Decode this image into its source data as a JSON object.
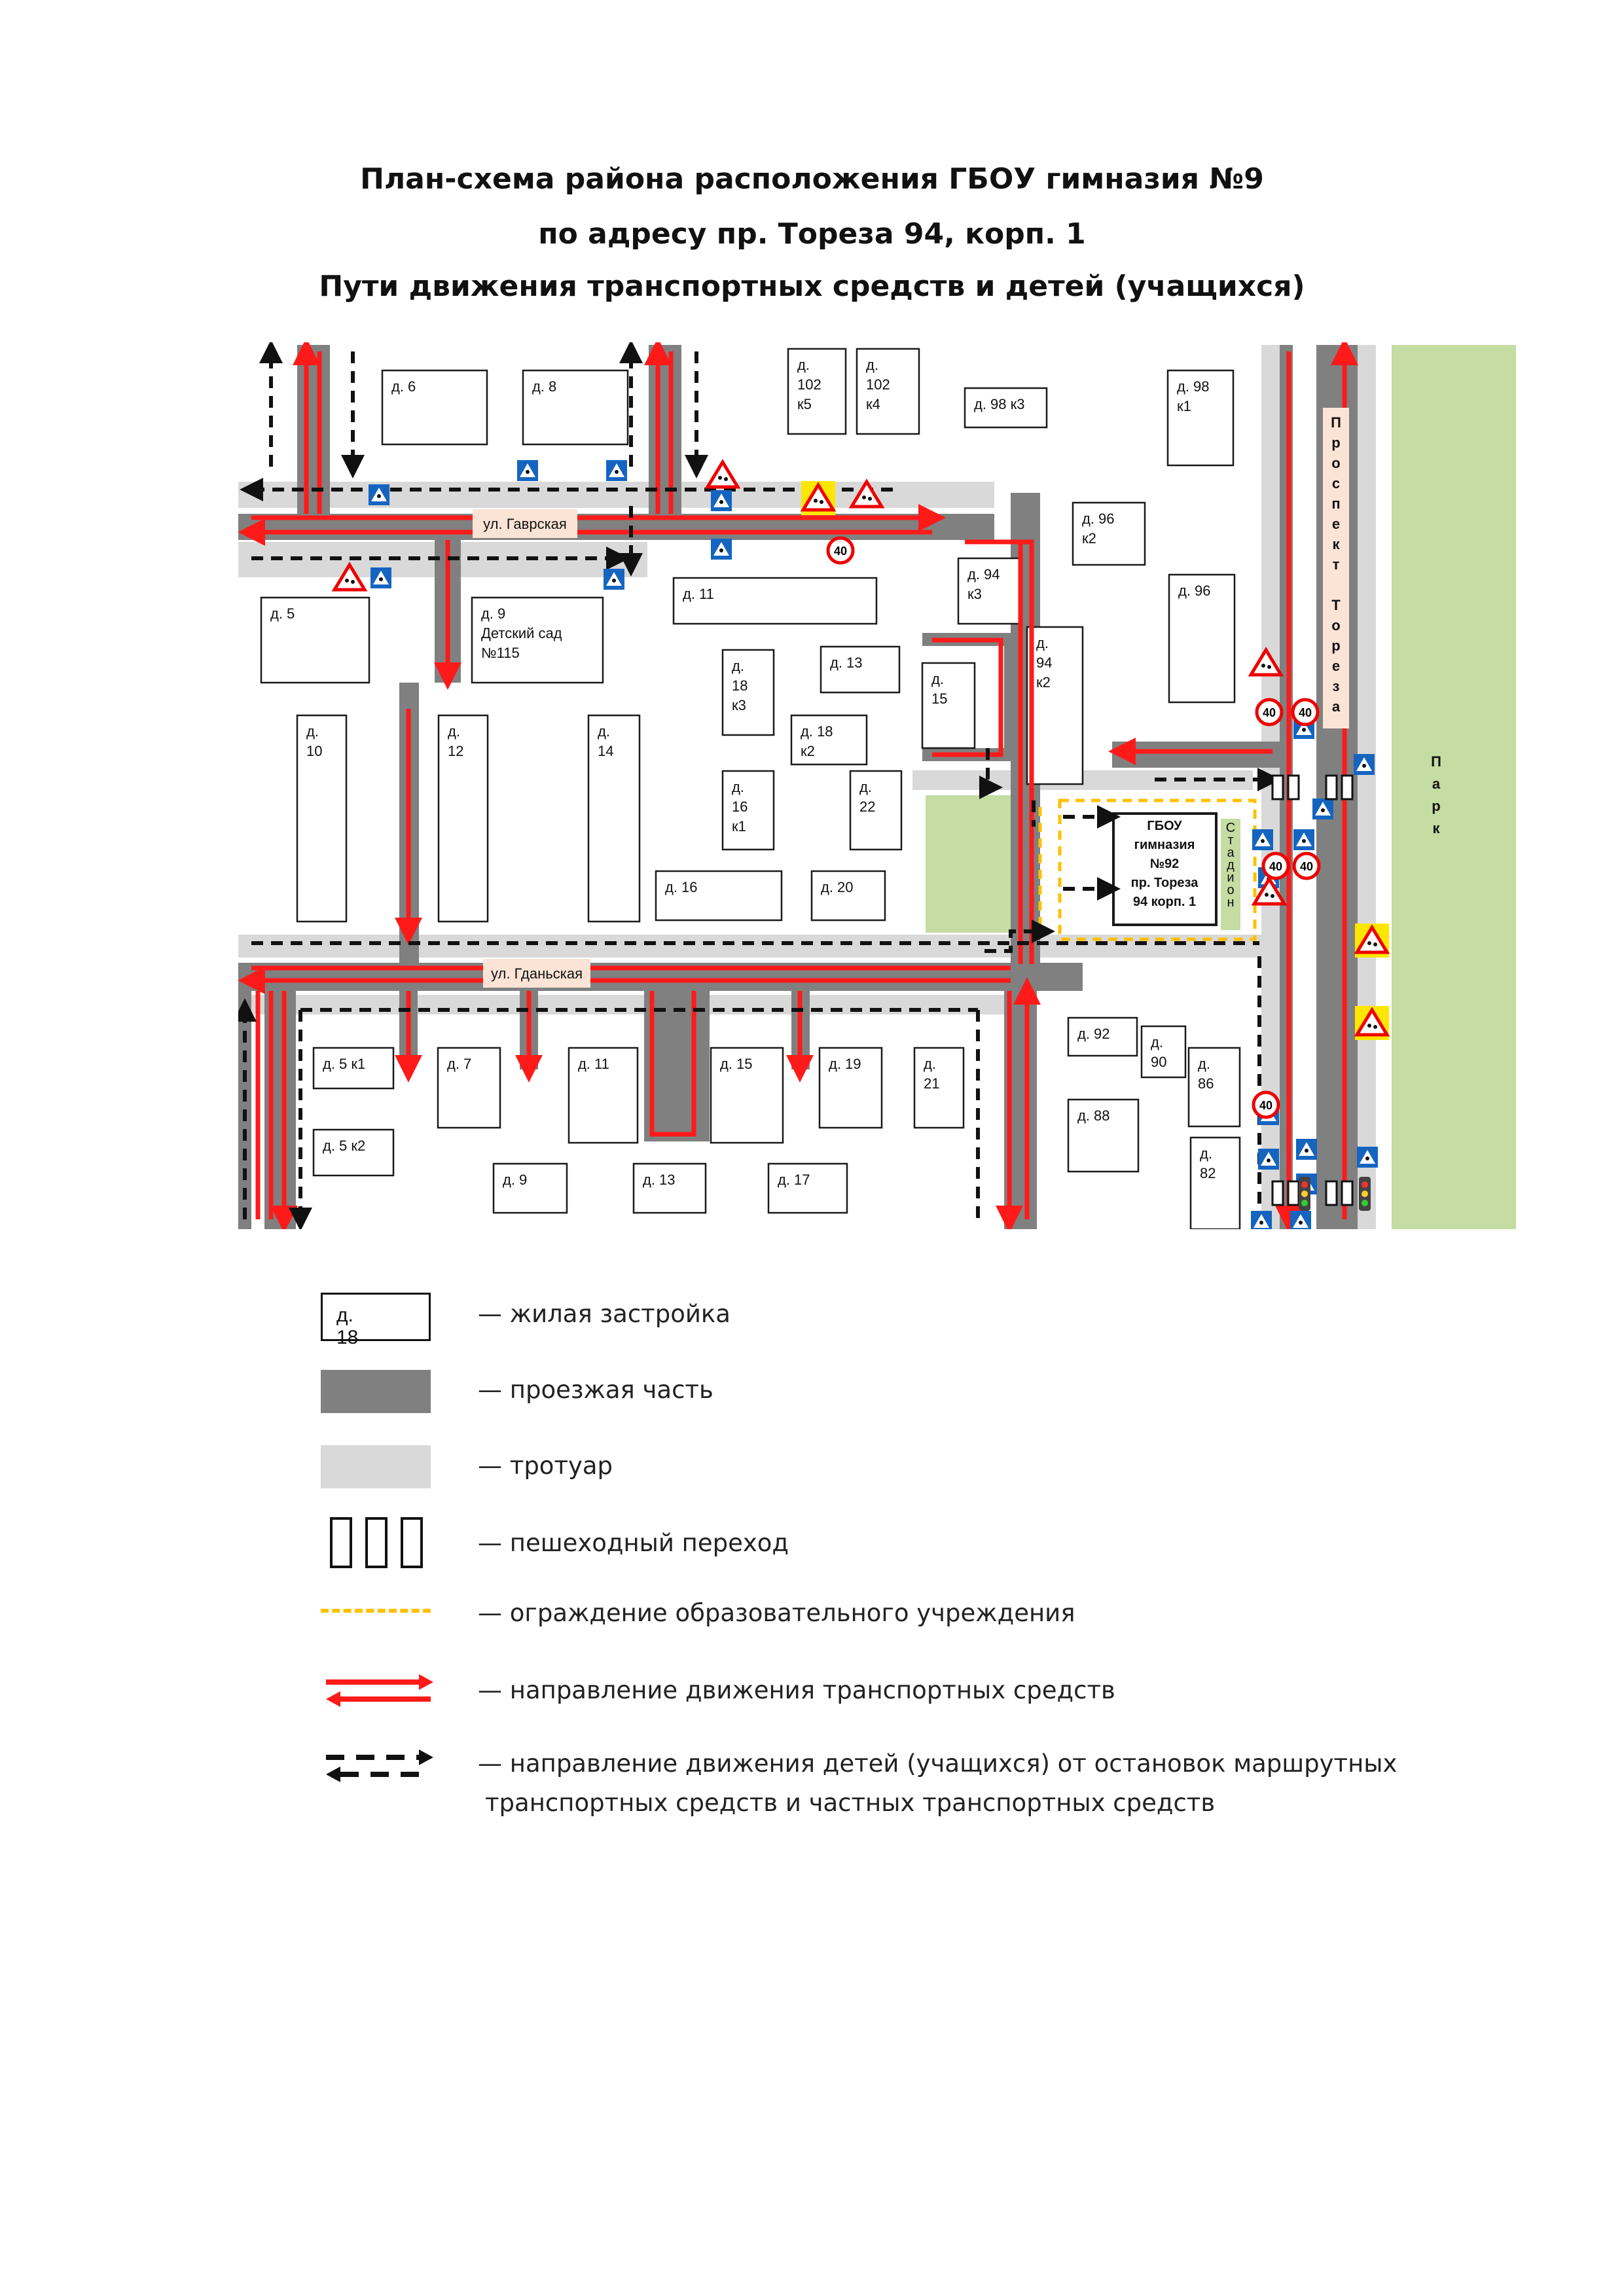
{
  "title": {
    "line1": "План-схема района расположения ГБОУ гимназия №9",
    "line2": "по адресу пр. Тореза 94, корп. 1",
    "line3": "Пути движения транспортных средств и детей (учащихся)"
  },
  "streets": {
    "gavrskaya": "ул. Гаврская",
    "gdanskaya": "ул. Гданьская",
    "toreza": "Проспект Тореза",
    "park": "Парк"
  },
  "buildings": [
    {
      "id": "d6",
      "lines": [
        "д. 6"
      ]
    },
    {
      "id": "d8",
      "lines": [
        "д. 8"
      ]
    },
    {
      "id": "d102k5",
      "lines": [
        "д.",
        "102",
        "к5"
      ]
    },
    {
      "id": "d102k4",
      "lines": [
        "д.",
        "102",
        "к4"
      ]
    },
    {
      "id": "d98k3",
      "lines": [
        "д. 98 к3"
      ]
    },
    {
      "id": "d98k1",
      "lines": [
        "д. 98",
        "к1"
      ]
    },
    {
      "id": "d96k2",
      "lines": [
        "д. 96",
        "к2"
      ]
    },
    {
      "id": "d94k3",
      "lines": [
        "д. 94",
        "к3"
      ]
    },
    {
      "id": "d96",
      "lines": [
        "д. 96"
      ]
    },
    {
      "id": "d5",
      "lines": [
        "д. 5"
      ]
    },
    {
      "id": "d9kg",
      "lines": [
        "д. 9",
        "Детский сад",
        "№115"
      ]
    },
    {
      "id": "d11a",
      "lines": [
        "д. 11"
      ]
    },
    {
      "id": "d18k3",
      "lines": [
        "д.",
        "18",
        "к3"
      ]
    },
    {
      "id": "d13a",
      "lines": [
        "д. 13"
      ]
    },
    {
      "id": "d15a",
      "lines": [
        "д.",
        "15"
      ]
    },
    {
      "id": "d94k2",
      "lines": [
        "д.",
        "94",
        "к2"
      ]
    },
    {
      "id": "d18k2",
      "lines": [
        "д. 18",
        "к2"
      ]
    },
    {
      "id": "d10",
      "lines": [
        "д.",
        "10"
      ]
    },
    {
      "id": "d12",
      "lines": [
        "д.",
        "12"
      ]
    },
    {
      "id": "d14",
      "lines": [
        "д.",
        "14"
      ]
    },
    {
      "id": "d16k1",
      "lines": [
        "д.",
        "16",
        "к1"
      ]
    },
    {
      "id": "d22",
      "lines": [
        "д.",
        "22"
      ]
    },
    {
      "id": "d16",
      "lines": [
        "д. 16"
      ]
    },
    {
      "id": "d20",
      "lines": [
        "д. 20"
      ]
    },
    {
      "id": "d5k1",
      "lines": [
        "д. 5 к1"
      ]
    },
    {
      "id": "d7",
      "lines": [
        "д. 7"
      ]
    },
    {
      "id": "d11b",
      "lines": [
        "д. 11"
      ]
    },
    {
      "id": "d15b",
      "lines": [
        "д. 15"
      ]
    },
    {
      "id": "d19",
      "lines": [
        "д. 19"
      ]
    },
    {
      "id": "d21",
      "lines": [
        "д.",
        "21"
      ]
    },
    {
      "id": "d5k2",
      "lines": [
        "д. 5 к2"
      ]
    },
    {
      "id": "d9b",
      "lines": [
        "д. 9"
      ]
    },
    {
      "id": "d13b",
      "lines": [
        "д. 13"
      ]
    },
    {
      "id": "d17",
      "lines": [
        "д. 17"
      ]
    },
    {
      "id": "d92",
      "lines": [
        "д. 92"
      ]
    },
    {
      "id": "d90",
      "lines": [
        "д.",
        "90"
      ]
    },
    {
      "id": "d86",
      "lines": [
        "д.",
        "86"
      ]
    },
    {
      "id": "d88",
      "lines": [
        "д. 88"
      ]
    },
    {
      "id": "d82",
      "lines": [
        "д.",
        "82"
      ]
    }
  ],
  "school": {
    "lines": [
      "ГБОУ",
      "гимназия",
      "№92",
      "пр. Тореза",
      "94 корп. 1"
    ],
    "stadium": "Стадион"
  },
  "signs": {
    "speed_limit": "40"
  },
  "legend": {
    "sample_label": "д. 18",
    "items": [
      "— жилая застройка",
      "— проезжая часть",
      "— тротуар",
      "— пешеходный переход",
      "— ограждение образовательного учреждения",
      "— направление движения транспортных средств",
      "— направление движения детей (учащихся) от остановок маршрутных",
      "транспортных средств и частных транспортных средств"
    ]
  },
  "colors": {
    "road": "#808080",
    "sidewalk": "#d9d9d9",
    "park": "#c5dca2",
    "vehicle_route": "#ff1a1a",
    "child_route": "#111111",
    "fence": "#ffc000"
  }
}
